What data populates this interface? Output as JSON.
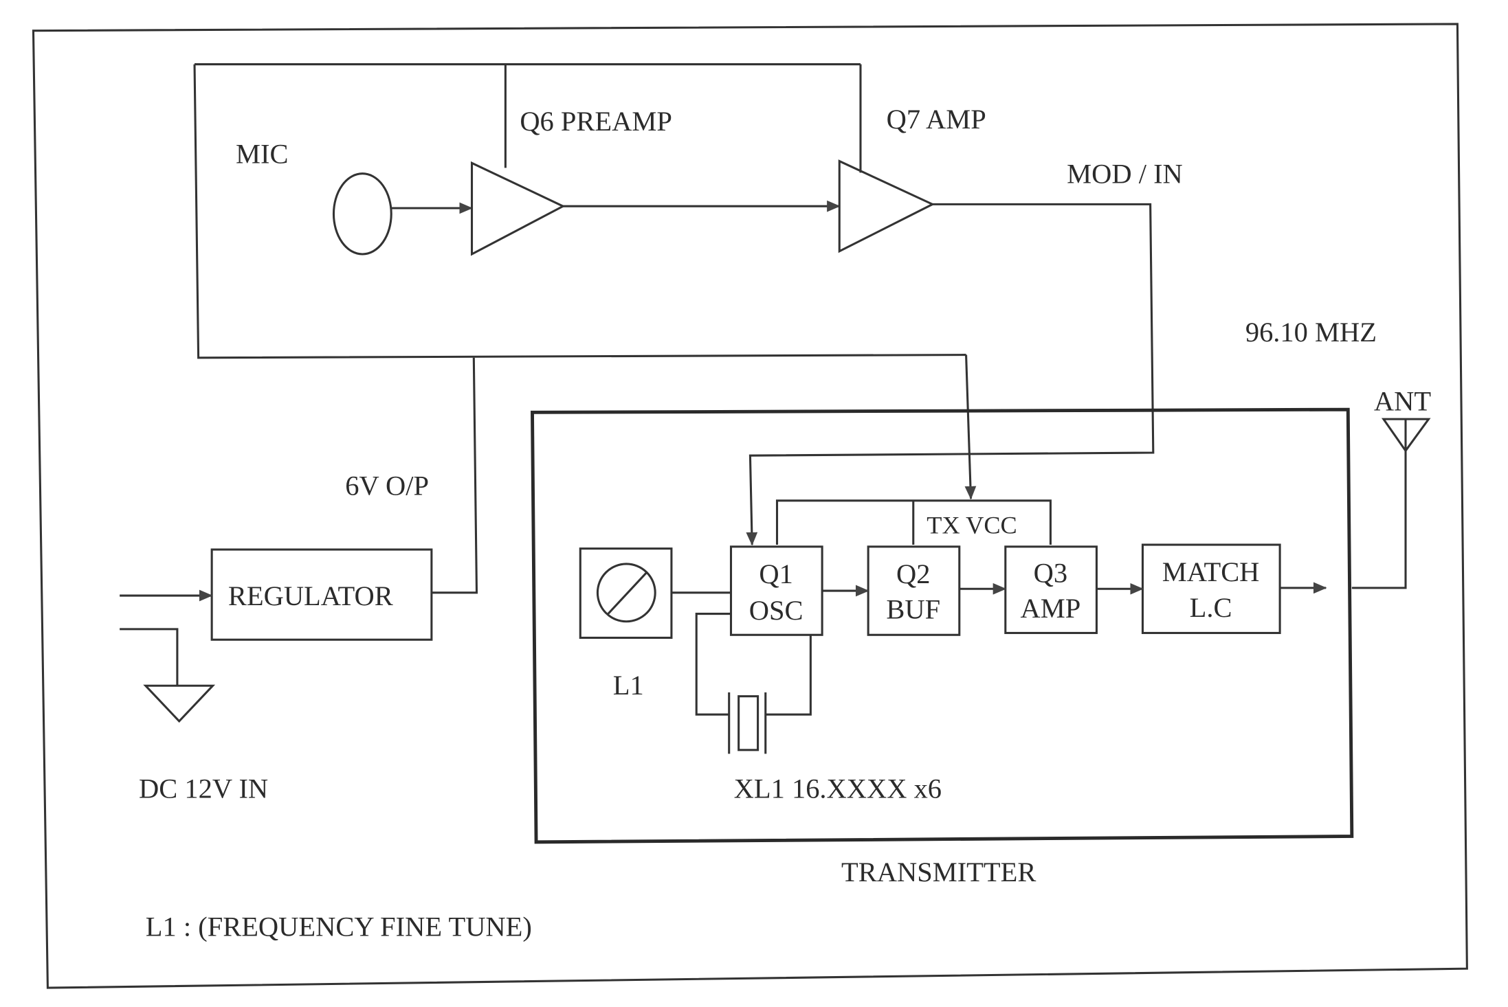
{
  "labels": {
    "mic": "MIC",
    "q6": "Q6 PREAMP",
    "q7": "Q7 AMP",
    "mod_in": "MOD / IN",
    "freq": "96.10 MHZ",
    "ant": "ANT",
    "six_v": "6V O/P",
    "tx_vcc": "TX VCC",
    "regulator": "REGULATOR",
    "q1_a": "Q1",
    "q1_b": "OSC",
    "q2_a": "Q2",
    "q2_b": "BUF",
    "q3_a": "Q3",
    "q3_b": "AMP",
    "match_a": "MATCH",
    "match_b": "L.C",
    "l1": "L1",
    "crystal": "XL1 16.XXXX  x6",
    "dc_in": "DC 12V IN",
    "transmitter": "TRANSMITTER",
    "note": "L1 : (FREQUENCY FINE TUNE)"
  },
  "colors": {
    "ink": "#2b2b2b",
    "paper": "#ffffff"
  }
}
